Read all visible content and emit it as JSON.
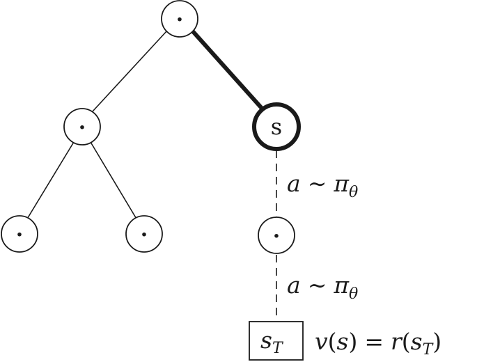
{
  "colors": {
    "ink": "#1a1a1a",
    "background": "#ffffff"
  },
  "nodes": {
    "root": {
      "symbol": "·"
    },
    "left_child": {
      "symbol": "·"
    },
    "left_leaf_1": {
      "symbol": "·"
    },
    "left_leaf_2": {
      "symbol": "·"
    },
    "current_state": {
      "symbol": "s"
    },
    "rollout_node": {
      "symbol": "·"
    }
  },
  "rollout_labels": {
    "step_1": {
      "var": "a",
      "relation": "∼",
      "policy": "π",
      "subscript": "θ"
    },
    "step_2": {
      "var": "a",
      "relation": "∼",
      "policy": "π",
      "subscript": "θ"
    }
  },
  "terminal": {
    "state": "s",
    "state_subscript": "T"
  },
  "value_equation": {
    "lhs_fn": "v",
    "lhs_arg": "s",
    "equals": "=",
    "rhs_fn": "r",
    "rhs_arg": "s",
    "rhs_arg_subscript": "T"
  }
}
